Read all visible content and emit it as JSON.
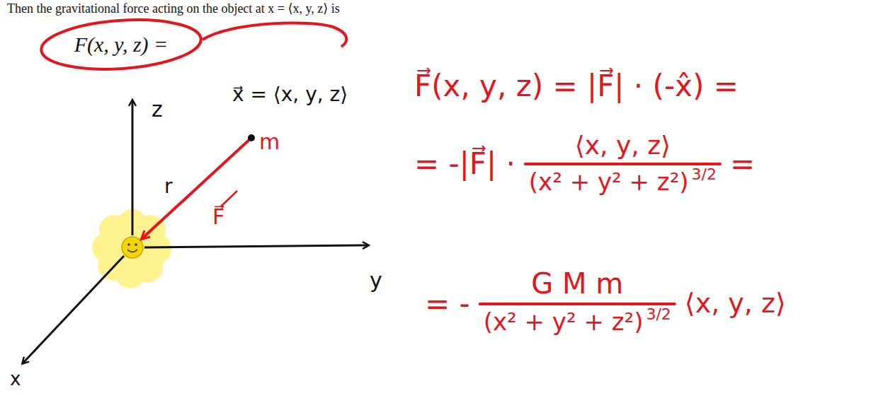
{
  "diagram": {
    "nodes": [
      {
        "text": [
          "F(x, y, z) ="
        ]
      }
    ],
    "labels": [
      "Then the gravitational force acting on the object at x = ⟨x, y, z⟩ is",
      "z",
      "x⃗ = ⟨x, y, z⟩",
      "m",
      "r",
      "F⃗",
      "y",
      "x",
      "F⃗(x, y, z) = |F⃗| · (-x̂) =",
      "= -|F⃗| ·",
      "⟨x, y, z⟩",
      "(x² + y² + z²)",
      "3/2",
      "=",
      "= -",
      "G M m",
      "(x² + y² + z²)",
      "3/2",
      "⟨x, y, z⟩"
    ]
  }
}
